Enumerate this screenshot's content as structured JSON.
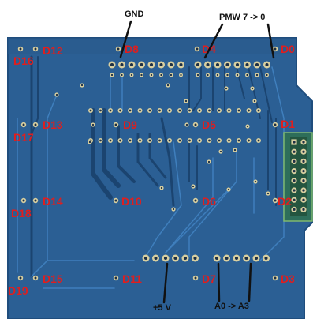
{
  "colors": {
    "board": "#2b5f94",
    "board_dark": "#1f4d7d",
    "trace": "#3f7fbd",
    "trace_dark": "#1b4470",
    "pad": "#d8cfa0",
    "hole": "#1d2f44",
    "label_red": "#e01e1e",
    "label_black": "#111111"
  },
  "labels": {
    "gnd": "GND",
    "pmw": "PMW 7 -> 0",
    "plus5v": "+5 V",
    "a0a3": "A0 -> A3",
    "d0": "D0",
    "d1": "D1",
    "d2": "D2",
    "d3": "D3",
    "d4": "D4",
    "d5": "D5",
    "d6": "D6",
    "d7": "D7",
    "d8": "D8",
    "d9": "D9",
    "d10": "D10",
    "d11": "D11",
    "d12": "D12",
    "d13": "D13",
    "d14": "D14",
    "d15": "D15",
    "d16": "D16",
    "d17": "D17",
    "d18": "D18",
    "d19": "D19"
  }
}
